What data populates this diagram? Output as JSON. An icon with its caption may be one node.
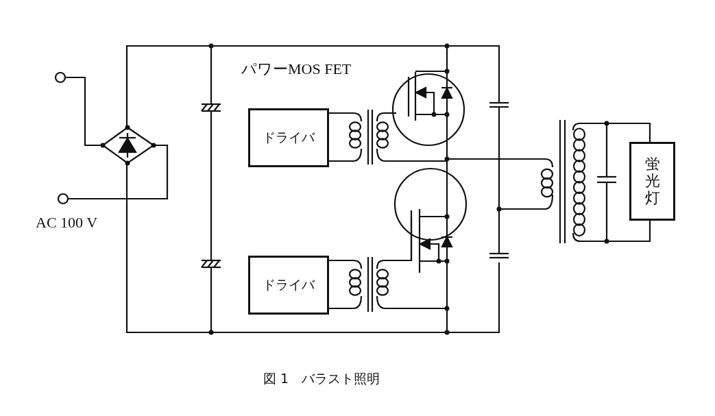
{
  "diagram": {
    "caption": "図 1　バラスト照明",
    "nodes": [
      {
        "text": [
          "ドライバ"
        ]
      },
      {
        "text": [
          "ドライバ"
        ]
      },
      {
        "text": [
          "蛍光灯"
        ]
      }
    ],
    "labels": [
      "パワーMOS FET",
      "AC 100 V"
    ]
  }
}
